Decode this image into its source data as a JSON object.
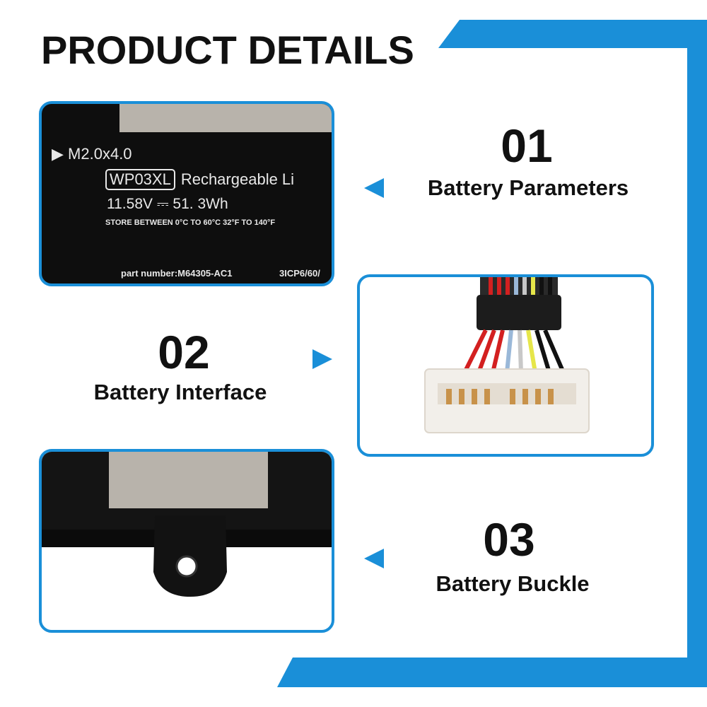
{
  "title": "PRODUCT DETAILS",
  "colors": {
    "accent": "#1a8fd8",
    "text": "#111111"
  },
  "sections": [
    {
      "number": "01",
      "caption": "Battery Parameters"
    },
    {
      "number": "02",
      "caption": "Battery Interface"
    },
    {
      "number": "03",
      "caption": "Battery Buckle"
    }
  ],
  "battery_label": {
    "screw": "M2.0x4.0",
    "model": "WP03XL",
    "type": "Rechargeable Li",
    "spec": "11.58V ⎓ 51. 3Wh",
    "storage": "STORE BETWEEN  0°C TO 60°C  32°F TO 140°F",
    "part": "part number:M64305-AC1",
    "cell": "3ICP6/60/"
  }
}
